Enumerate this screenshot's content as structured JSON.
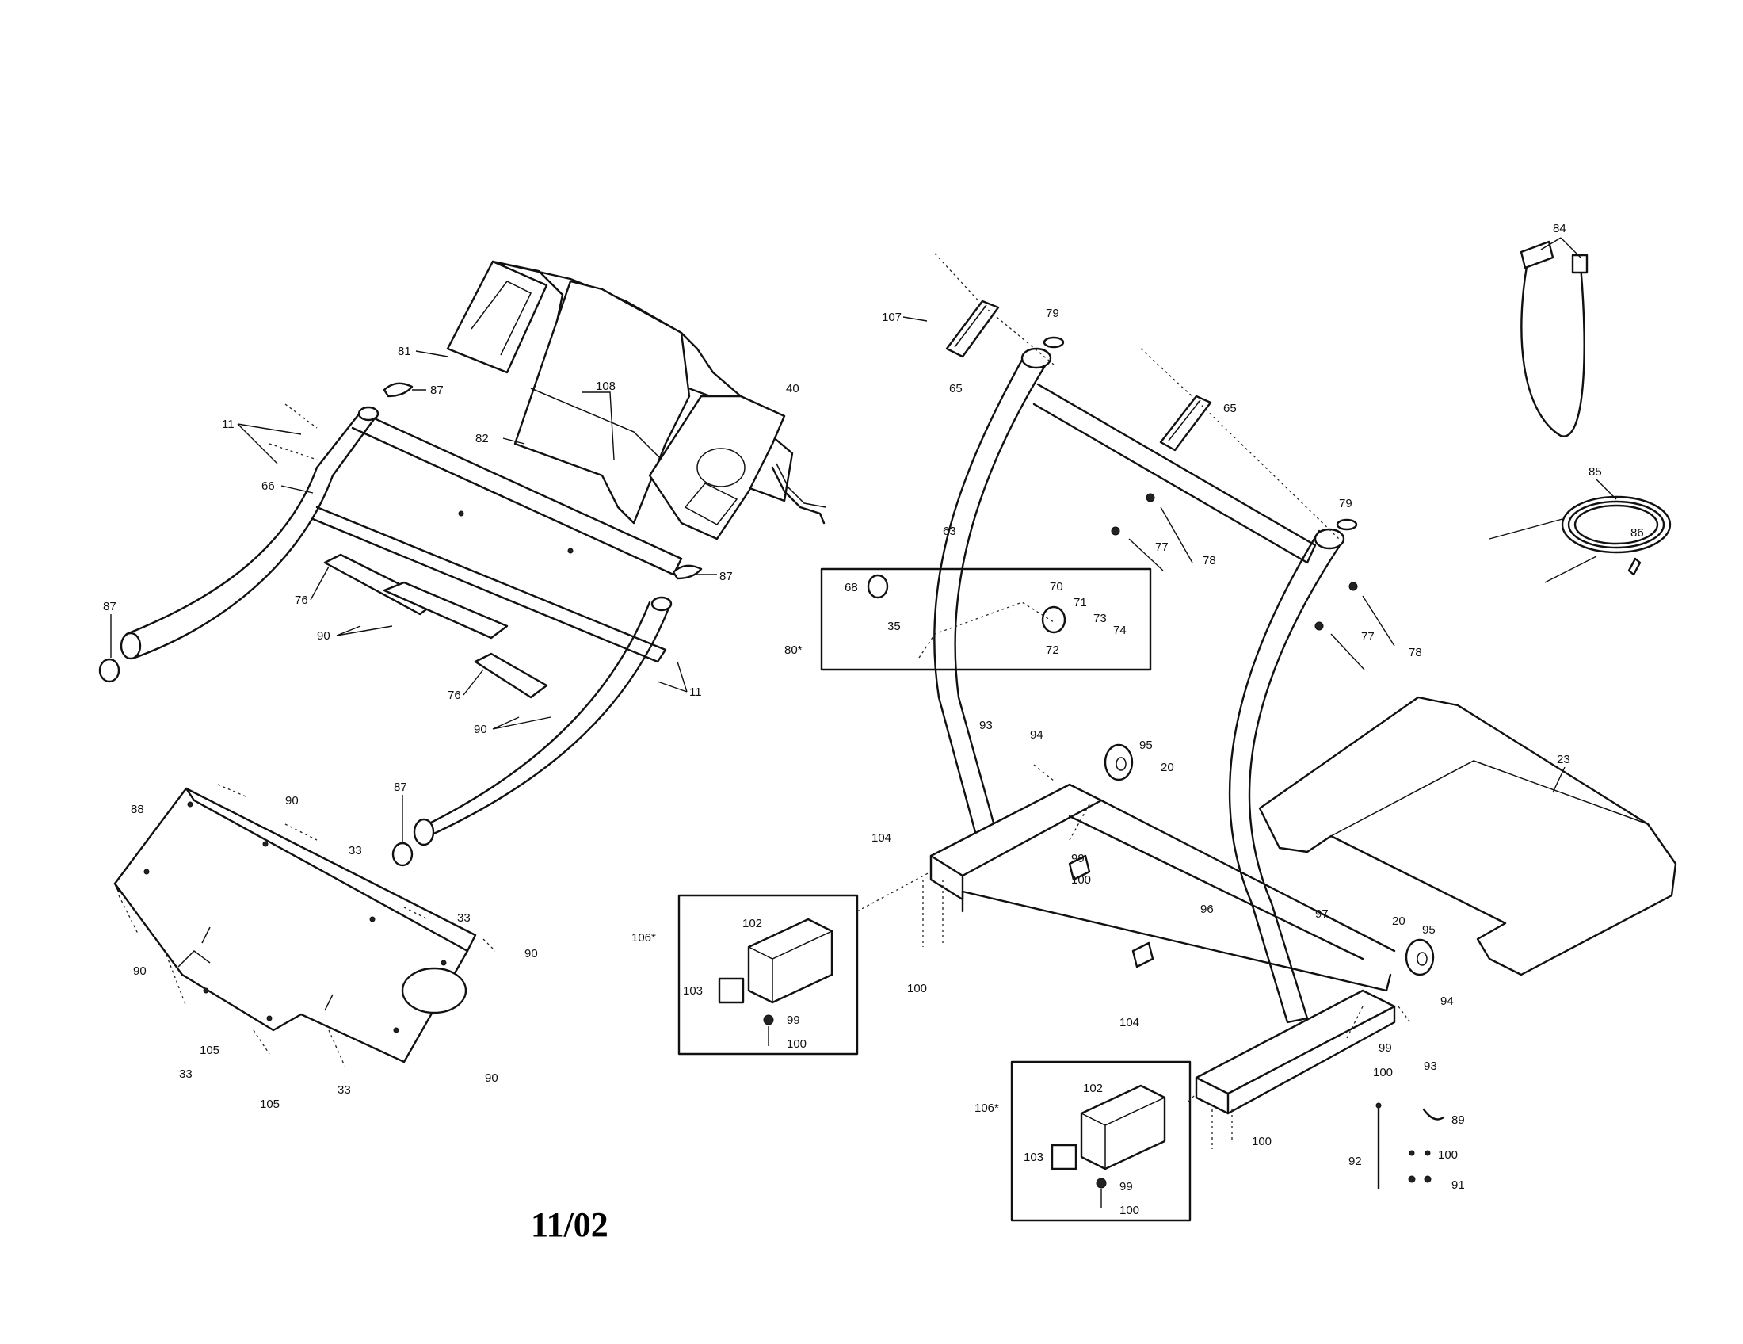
{
  "date_code": "11/02",
  "callouts": {
    "c81": "81",
    "c108": "108",
    "c40": "40",
    "c82": "82",
    "c87a": "87",
    "c11a": "11",
    "c66": "66",
    "c87b": "87",
    "c87c": "87",
    "c76a": "76",
    "c90a": "90",
    "c76b": "76",
    "c90b": "90",
    "c11b": "11",
    "c87d": "87",
    "c88": "88",
    "c90c": "90",
    "c33a": "33",
    "c33b": "33",
    "c90d": "90",
    "c90e": "90",
    "c105a": "105",
    "c33c": "33",
    "c105b": "105",
    "c33d": "33",
    "c90f": "90",
    "c107": "107",
    "c65a": "65",
    "c79a": "79",
    "c65b": "65",
    "c63": "63",
    "c79b": "79",
    "c77a": "77",
    "c78a": "78",
    "c77b": "77",
    "c78b": "78",
    "c68": "68",
    "c35": "35",
    "c70": "70",
    "c71": "71",
    "c73": "73",
    "c74": "74",
    "c72": "72",
    "c80": "80*",
    "c93a": "93",
    "c94a": "94",
    "c95a": "95",
    "c20a": "20",
    "c104a": "104",
    "c99a": "99",
    "c100a": "100",
    "c106a": "106*",
    "c102a": "102",
    "c103a": "103",
    "c99b": "99",
    "c100b": "100",
    "c100c": "100",
    "c96": "96",
    "c97": "97",
    "c20b": "20",
    "c95b": "95",
    "c104b": "104",
    "c94b": "94",
    "c93b": "93",
    "c99c": "99",
    "c100d": "100",
    "c100e": "100",
    "c106b": "106*",
    "c102b": "102",
    "c103b": "103",
    "c99d": "99",
    "c100f": "100",
    "c89": "89",
    "c92": "92",
    "c100g": "100",
    "c91": "91",
    "c84": "84",
    "c85": "85",
    "c86": "86",
    "c23": "23"
  }
}
